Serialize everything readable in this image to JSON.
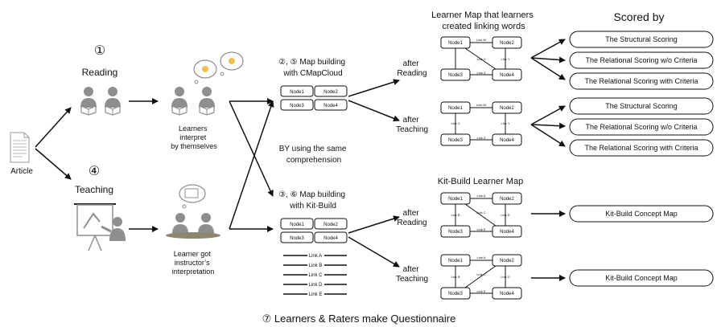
{
  "left": {
    "article_label": "Article",
    "step1_marker": "①",
    "reading_label": "Reading",
    "step4_marker": "④",
    "teaching_label": "Teaching"
  },
  "middle": {
    "interpret_lines": [
      "Learners",
      "interpret",
      "by themselves"
    ],
    "instructor_lines": [
      "Learner got",
      "instructor’s",
      "interpretation"
    ],
    "cmap_lines": [
      "②, ⑤ Map building",
      "with CMapCloud"
    ],
    "kitbuild_lines": [
      "③, ⑥ Map building",
      "with Kit-Build"
    ],
    "same_comprehension_lines": [
      "BY using the same",
      "comprehension"
    ]
  },
  "nodes": [
    "Node1",
    "Node2",
    "Node3",
    "Node4"
  ],
  "cmap_links": [
    "Link W",
    "Link X",
    "Link Y",
    "Link Z"
  ],
  "kit_links": [
    "Link A",
    "Link B",
    "Link C",
    "Link D",
    "Link E"
  ],
  "after_reading_lines": [
    "after",
    "Reading"
  ],
  "after_teaching_lines": [
    "after",
    "Teaching"
  ],
  "learner_map_title_lines": [
    "Learner Map that learners",
    "created linking words"
  ],
  "kitbuild_map_title": "Kit-Build Learner Map",
  "scored_by_title": "Scored by",
  "scores": {
    "reading": [
      "The Structural Scoring",
      "The Relational Scoring w/o Criteria",
      "The Relational Scoring with Criteria"
    ],
    "teaching": [
      "The Structural Scoring",
      "The Relational Scoring w/o Criteria",
      "The Relational Scoring with Criteria"
    ],
    "kit_reading": "Kit-Build Concept Map",
    "kit_teaching": "Kit-Build Concept Map"
  },
  "footer": "⑦ Learners & Raters make Questionnaire",
  "colors": {
    "people": "#8e8e8e",
    "stroke": "#111111",
    "bulb": "#f0c050"
  }
}
